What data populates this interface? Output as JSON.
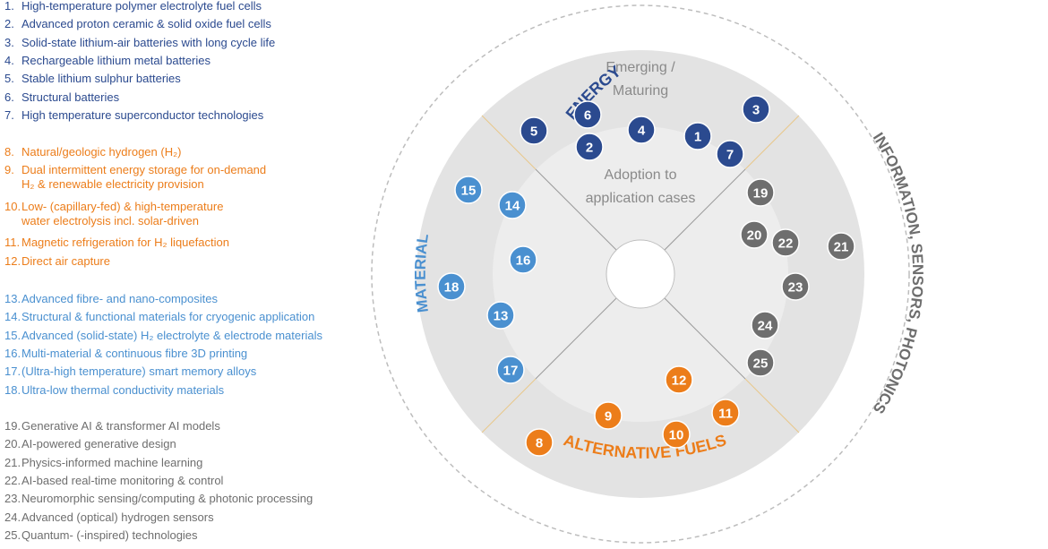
{
  "legend": [
    {
      "num": "1.",
      "lines": [
        "High-temperature polymer electrolyte fuel cells"
      ],
      "color": "#2b4a8f"
    },
    {
      "num": "2.",
      "lines": [
        "Advanced proton ceramic & solid oxide fuel cells"
      ],
      "color": "#2b4a8f"
    },
    {
      "num": "3.",
      "lines": [
        "Solid-state lithium-air batteries with long cycle life"
      ],
      "color": "#2b4a8f"
    },
    {
      "num": "4.",
      "lines": [
        "Rechargeable lithium metal batteries"
      ],
      "color": "#2b4a8f"
    },
    {
      "num": "5.",
      "lines": [
        "Stable lithium sulphur batteries"
      ],
      "color": "#2b4a8f"
    },
    {
      "num": "6.",
      "lines": [
        "Structural batteries"
      ],
      "color": "#2b4a8f"
    },
    {
      "num": "7.",
      "lines": [
        "High temperature superconductor technologies"
      ],
      "color": "#2b4a8f"
    },
    {
      "num": "8.",
      "lines": [
        "Natural/geologic hydrogen (H₂)"
      ],
      "color": "#ec7d1a"
    },
    {
      "num": "9.",
      "lines": [
        "Dual intermittent energy storage for on-demand",
        "H₂ & renewable electricity provision"
      ],
      "color": "#ec7d1a"
    },
    {
      "num": "10.",
      "lines": [
        "Low- (capillary-fed) & high-temperature",
        "water electrolysis incl. solar-driven"
      ],
      "color": "#ec7d1a"
    },
    {
      "num": "11.",
      "lines": [
        "Magnetic refrigeration for H₂ liquefaction"
      ],
      "color": "#ec7d1a"
    },
    {
      "num": "12.",
      "lines": [
        "Direct air capture"
      ],
      "color": "#ec7d1a"
    },
    {
      "num": "13.",
      "lines": [
        "Advanced fibre- and nano-composites"
      ],
      "color": "#4a90d0"
    },
    {
      "num": "14.",
      "lines": [
        "Structural & functional materials for cryogenic application"
      ],
      "color": "#4a90d0"
    },
    {
      "num": "15.",
      "lines": [
        "Advanced (solid-state) H₂ electrolyte & electrode materials"
      ],
      "color": "#4a90d0"
    },
    {
      "num": "16.",
      "lines": [
        "Multi-material & continuous fibre 3D printing"
      ],
      "color": "#4a90d0"
    },
    {
      "num": "17.",
      "lines": [
        "(Ultra-high temperature) smart memory alloys"
      ],
      "color": "#4a90d0"
    },
    {
      "num": "18.",
      "lines": [
        "Ultra-low thermal conductivity materials"
      ],
      "color": "#4a90d0"
    },
    {
      "num": "19.",
      "lines": [
        "Generative AI & transformer AI models"
      ],
      "color": "#6e6e6e"
    },
    {
      "num": "20.",
      "lines": [
        "AI-powered generative design"
      ],
      "color": "#6e6e6e"
    },
    {
      "num": "21.",
      "lines": [
        "Physics-informed machine learning"
      ],
      "color": "#6e6e6e"
    },
    {
      "num": "22.",
      "lines": [
        "AI-based real-time monitoring & control"
      ],
      "color": "#6e6e6e"
    },
    {
      "num": "23.",
      "lines": [
        "Neuromorphic sensing/computing & photonic processing"
      ],
      "color": "#6e6e6e"
    },
    {
      "num": "24.",
      "lines": [
        "Advanced (optical) hydrogen sensors"
      ],
      "color": "#6e6e6e"
    },
    {
      "num": "25.",
      "lines": [
        "Quantum- (-inspired) technologies"
      ],
      "color": "#6e6e6e"
    }
  ],
  "wheel": {
    "ring_outer_label": "Emerging /\nMaturing",
    "ring_inner_label": "Adoption to\napplication cases",
    "sectors": [
      {
        "label": "ENERGY",
        "color": "#2b4a8f"
      },
      {
        "label": "INFORMATION, SENSORS, PHOTONICS",
        "color": "#6e6e6e"
      },
      {
        "label": "ALTERNATIVE FUELS",
        "color": "#ec7d1a"
      },
      {
        "label": "MATERIAL",
        "color": "#4a90d0"
      }
    ],
    "colors": {
      "energy": "#2b4a8f",
      "fuels": "#ec7d1a",
      "material": "#4a90d0",
      "info": "#6e6e6e",
      "ring_outer": "#e3e3e3",
      "ring_inner": "#ededed"
    }
  },
  "markers": [
    {
      "label": "1",
      "group": "energy"
    },
    {
      "label": "2",
      "group": "energy"
    },
    {
      "label": "3",
      "group": "energy"
    },
    {
      "label": "4",
      "group": "energy"
    },
    {
      "label": "5",
      "group": "energy"
    },
    {
      "label": "6",
      "group": "energy"
    },
    {
      "label": "7",
      "group": "energy"
    },
    {
      "label": "8",
      "group": "fuels"
    },
    {
      "label": "9",
      "group": "fuels"
    },
    {
      "label": "10",
      "group": "fuels"
    },
    {
      "label": "11",
      "group": "fuels"
    },
    {
      "label": "12",
      "group": "fuels"
    },
    {
      "label": "13",
      "group": "material"
    },
    {
      "label": "14",
      "group": "material"
    },
    {
      "label": "15",
      "group": "material"
    },
    {
      "label": "16",
      "group": "material"
    },
    {
      "label": "17",
      "group": "material"
    },
    {
      "label": "18",
      "group": "material"
    },
    {
      "label": "19",
      "group": "info"
    },
    {
      "label": "20",
      "group": "info"
    },
    {
      "label": "21",
      "group": "info"
    },
    {
      "label": "22",
      "group": "info"
    },
    {
      "label": "23",
      "group": "info"
    },
    {
      "label": "24",
      "group": "info"
    },
    {
      "label": "25",
      "group": "info"
    }
  ]
}
